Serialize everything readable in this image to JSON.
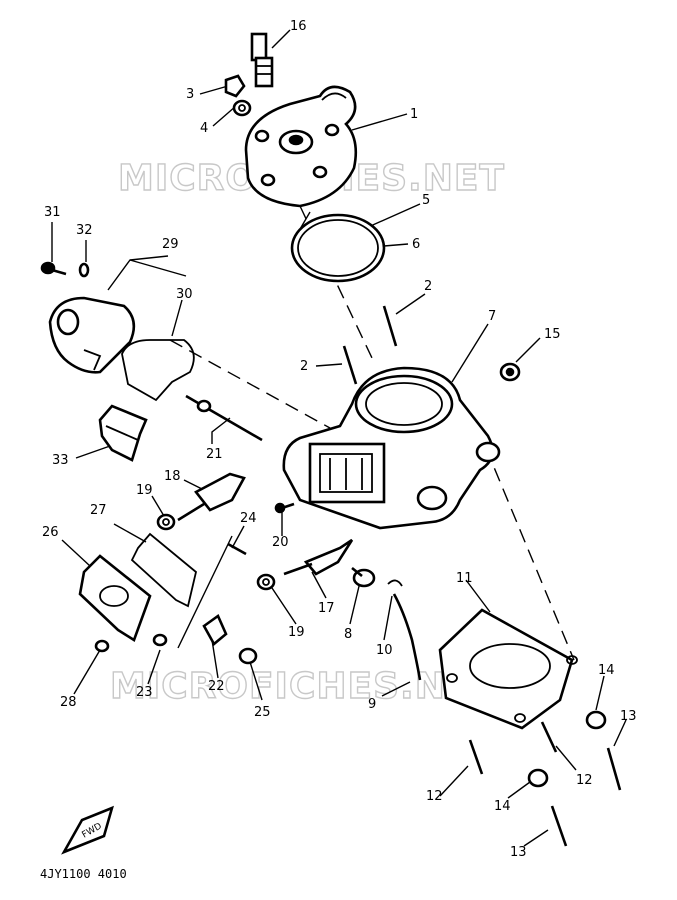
{
  "watermarks": [
    "MICROFICHES.NET",
    "MICROFICHES.NET"
  ],
  "diagram_code": "4JY1100 4010",
  "fwd_mark": "FWD",
  "callouts": [
    "16",
    "3",
    "4",
    "1",
    "5",
    "6",
    "31",
    "32",
    "29",
    "30",
    "2",
    "7",
    "15",
    "2",
    "21",
    "33",
    "18",
    "19",
    "20",
    "24",
    "27",
    "26",
    "17",
    "8",
    "10",
    "9",
    "11",
    "14",
    "13",
    "12",
    "12",
    "14",
    "13",
    "19",
    "23",
    "22",
    "25",
    "28"
  ]
}
